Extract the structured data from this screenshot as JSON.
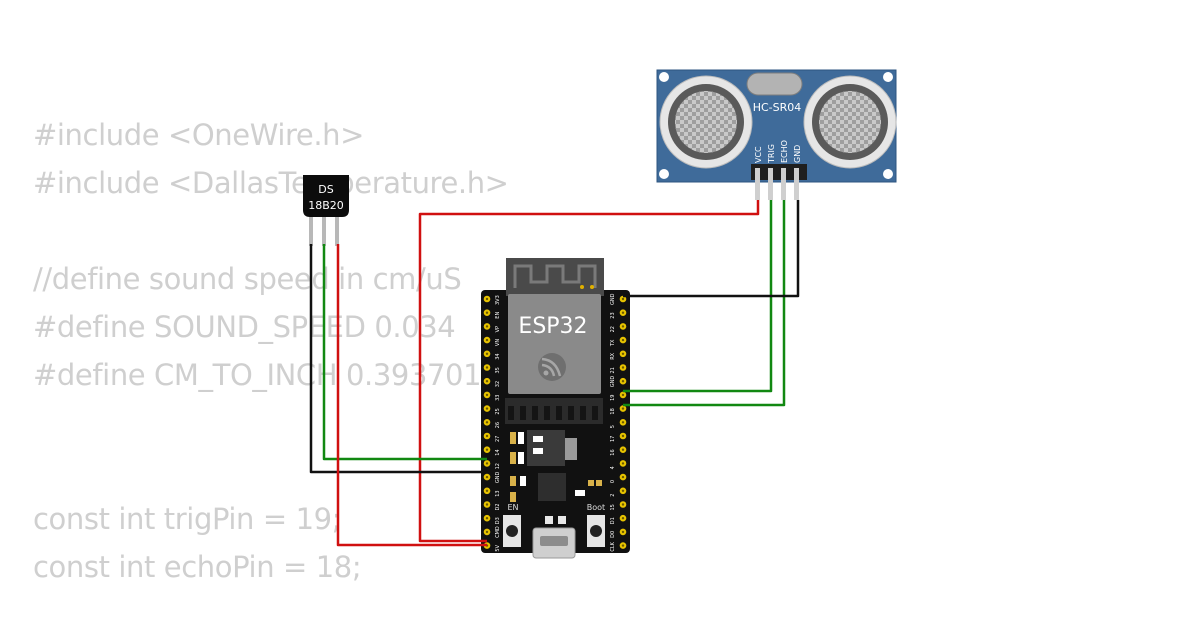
{
  "code_lines": [
    "#include <OneWire.h>",
    "#include <DallasTemperature.h>",
    "",
    "//define sound speed in cm/uS",
    "#define SOUND_SPEED 0.034",
    "#define CM_TO_INCH 0.393701",
    "",
    "",
    "const int trigPin = 19;",
    "const int echoPin = 18;"
  ],
  "sensor_temp": {
    "line1": "DS",
    "line2": "18B20"
  },
  "sensor_ultrasonic": {
    "label": "HC-SR04",
    "pins": [
      "VCC",
      "TRIG",
      "ECHO",
      "GND"
    ]
  },
  "board": {
    "label": "ESP32",
    "en_label": "EN",
    "boot_label": "Boot",
    "left_pins": [
      "3V3",
      "EN",
      "VP",
      "VN",
      "34",
      "35",
      "32",
      "33",
      "25",
      "26",
      "27",
      "14",
      "12",
      "GND",
      "13",
      "D2",
      "D3",
      "CMD",
      "5V"
    ],
    "right_pins": [
      "GND",
      "23",
      "22",
      "TX",
      "RX",
      "21",
      "GND",
      "19",
      "18",
      "5",
      "17",
      "16",
      "4",
      "0",
      "2",
      "15",
      "D1",
      "D0",
      "CLK"
    ]
  },
  "wire_colors": {
    "red": "#d01010",
    "green": "#118811",
    "black": "#111111"
  }
}
